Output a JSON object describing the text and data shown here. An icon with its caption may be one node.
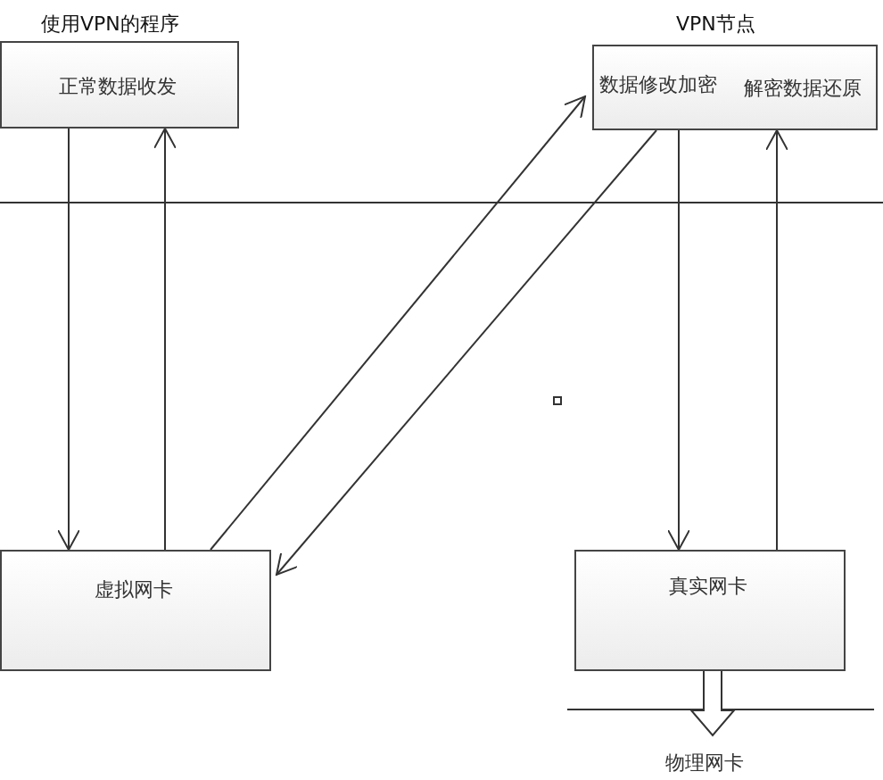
{
  "diagram": {
    "nodes": [
      {
        "text": [
          "使用VPN的程序",
          "正常数据收发"
        ]
      },
      {
        "text": [
          "VPN节点",
          "数据修改加密",
          "解密数据还原"
        ]
      },
      {
        "text": [
          "虚拟网卡"
        ]
      },
      {
        "text": [
          "真实网卡"
        ]
      },
      {
        "text": [
          "物理网卡"
        ]
      }
    ],
    "edges": [
      {
        "from": 0,
        "to": 2,
        "arrow": "to"
      },
      {
        "from": 2,
        "to": 0,
        "arrow": "to"
      },
      {
        "from": 2,
        "to": 1,
        "arrow": "to"
      },
      {
        "from": 1,
        "to": 2,
        "arrow": "to"
      },
      {
        "from": 1,
        "to": 3,
        "arrow": "to"
      },
      {
        "from": 3,
        "to": 1,
        "arrow": "to"
      },
      {
        "from": 3,
        "to": 4,
        "arrow": "to",
        "style": "thick"
      }
    ]
  }
}
